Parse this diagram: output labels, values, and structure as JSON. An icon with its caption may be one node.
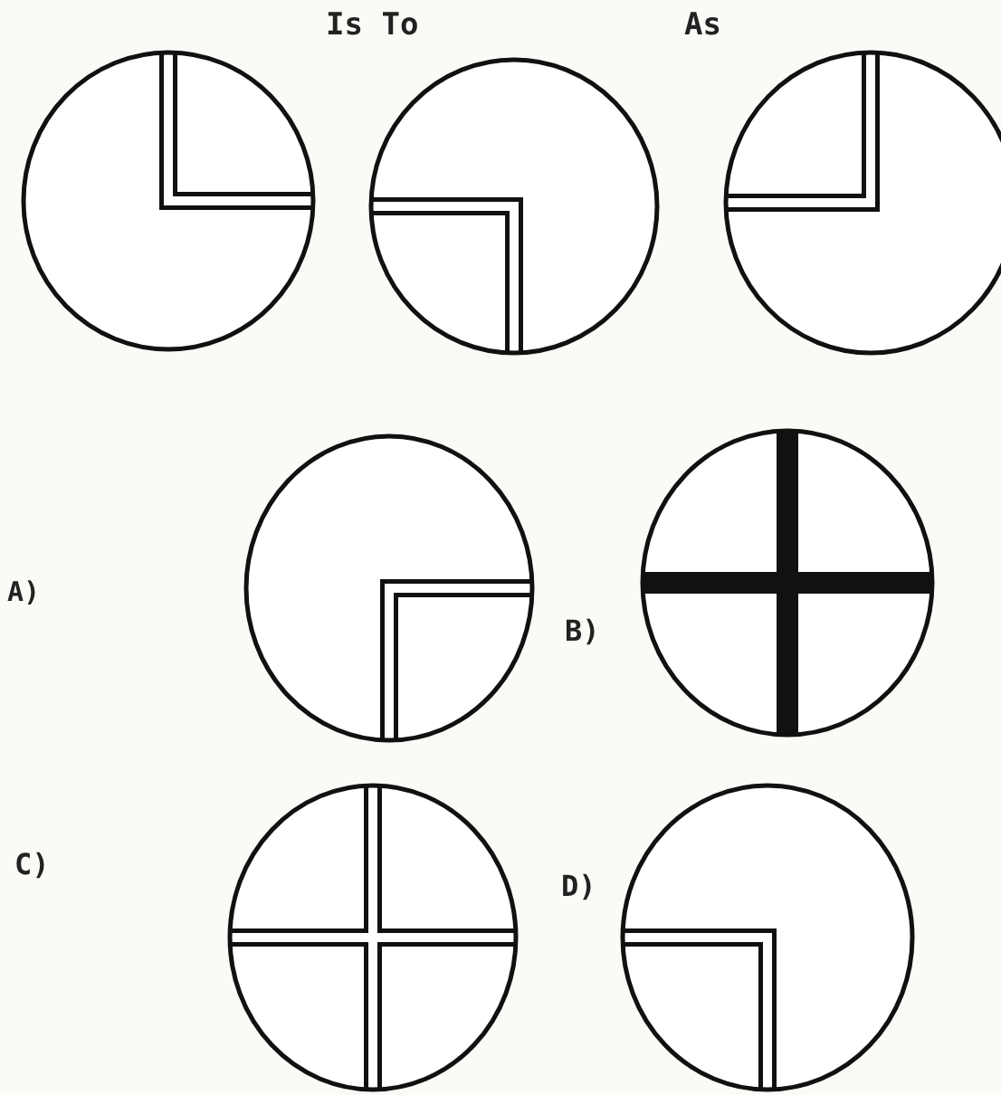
{
  "diagram": {
    "nodes": [
      {
        "text": [],
        "shape": "circle"
      },
      {
        "text": [],
        "shape": "circle"
      },
      {
        "text": [],
        "shape": "circle"
      },
      {
        "text": [],
        "shape": "circle"
      },
      {
        "text": [],
        "shape": "circle"
      },
      {
        "text": [],
        "shape": "circle"
      },
      {
        "text": [],
        "shape": "circle"
      }
    ],
    "edges": [],
    "labels": [
      "Is To",
      "As",
      "A)",
      "B)",
      "C)",
      "D)"
    ]
  }
}
